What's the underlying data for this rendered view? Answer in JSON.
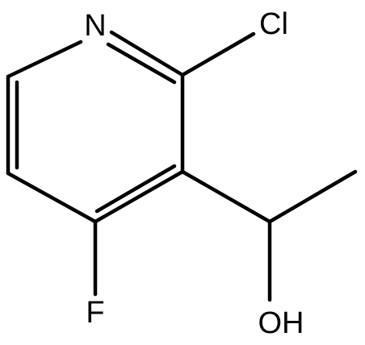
{
  "molecule": {
    "atoms": {
      "nitrogen": "N",
      "chlorine": "Cl",
      "fluorine": "F",
      "hydroxyl": "OH"
    }
  }
}
